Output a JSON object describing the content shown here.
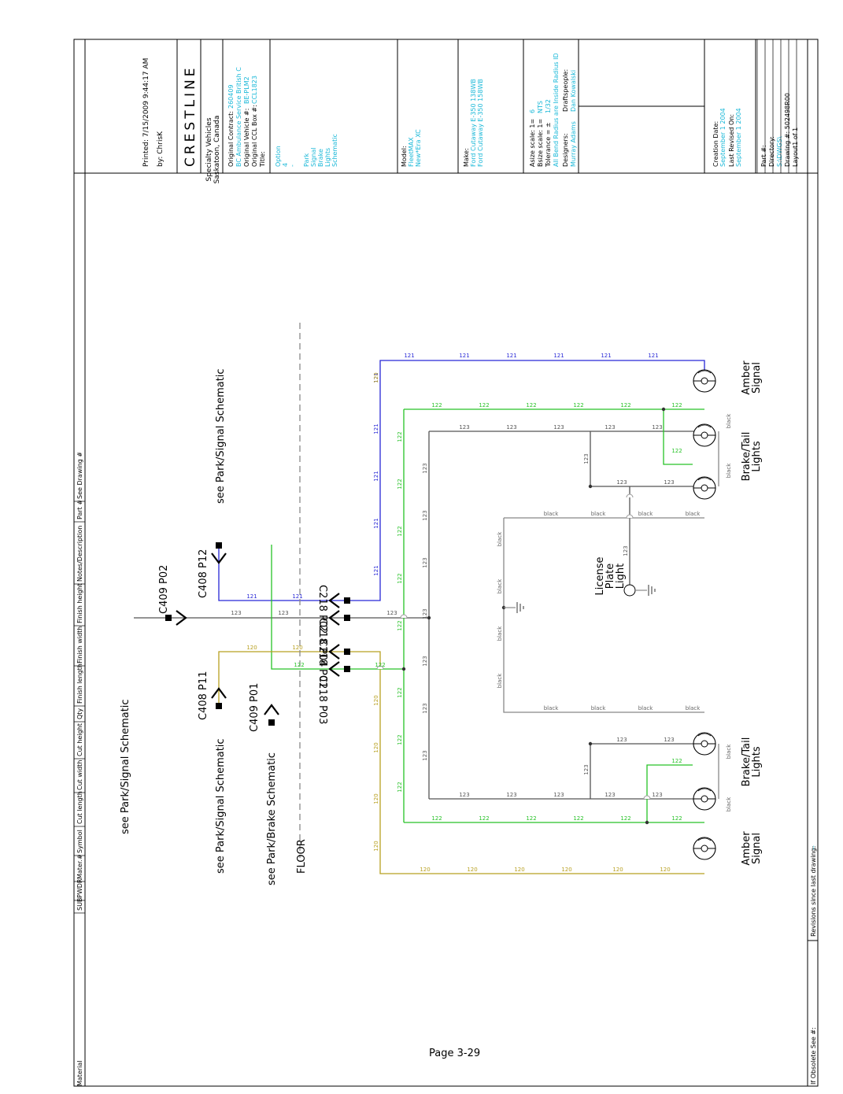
{
  "page_label": "Page 3-29",
  "columns": [
    "SUB",
    "PWDR",
    "Mater.#",
    "Symbol",
    "Cut length",
    "Cut width",
    "Cut height",
    "Qty",
    "Finish length",
    "Finish width",
    "Finish height",
    "Notes/Description",
    "Part #",
    "See Drawing #"
  ],
  "material_label": "Material",
  "obsolete_label": "If Obsolete See #:",
  "revisions_label": "Revisions since last drawing:",
  "revisions_value": "--",
  "title_block": {
    "printed": "Printed: 7/15/2009 9:44:17 AM",
    "by": "by: ChrisK",
    "logo": "CRESTLINE",
    "company_line1": "Specialty Vehicles",
    "company_line2": "Saskatoon, Canada",
    "orig_contract_label": "Original Contract:",
    "orig_contract_value": "260409",
    "orig_contract_note": "BC Ambulance Service British C",
    "orig_vehicle_label": "Original Vehicle #:",
    "orig_vehicle_value": "BE-PLM2",
    "orig_ccl_label": "Original CCL Box #:",
    "orig_ccl_value": "CCL1823",
    "title_label": "Title:",
    "title_lines": [
      "Option",
      "4",
      "-",
      "",
      "Park",
      "Signal",
      "Brake",
      "Lights",
      "Schematic"
    ],
    "model_label": "Model:",
    "model_lines": [
      "FleetMAX",
      "New*Era XC"
    ],
    "make_label": "Make:",
    "make_lines": [
      "Ford Cutaway E-350 138WB",
      "Ford Cutaway E-350 158WB"
    ],
    "asize_label": "Asize scale: 1=",
    "asize_value": "6",
    "bsize_label": "Bsize scale: 1=",
    "bsize_value": "NTS",
    "tolerance_label": "Tolerance = ±",
    "tolerance_value": "1/32",
    "tolerance_note": "All Bend Radius are Inside Radius ID",
    "designers_label": "Designers:",
    "designers_value": "Murray Adams",
    "draftspeople_label": "Draftspeople:",
    "draftspeople_value": "Dan Kowalski",
    "creation_label": "Creation Date:",
    "creation_value": "September 1 2004",
    "revised_label": "Last Revised On:",
    "revised_value": "September 1 2004",
    "part_label": "Part #:",
    "directory_label": "Directory:",
    "directory_value": "S:\\DWGS\\",
    "drawing_label": "Drawing #: 502498R00",
    "layout_label": "Layout1 of 1"
  },
  "labels": {
    "see_ps_top": "see Park/Signal Schematic",
    "c409p02": "C409 P02",
    "c408p12": "C408 P12",
    "see_ps_p12": "see Park/Signal Schematic",
    "c408p11": "C408 P11",
    "see_ps_p11": "see Park/Signal Schematic",
    "c409p01": "C409 P01",
    "see_pb": "see Park/Brake Schematic",
    "floor": "FLOOR",
    "c218p02": "C218 P02",
    "c218p04": "C218 P04",
    "c218p01": "C218 P01",
    "c218p03": "C218 P03",
    "license": [
      "License",
      "Plate",
      "Light"
    ],
    "amber_top": [
      "Amber",
      "Signal"
    ],
    "brake_top": [
      "Brake/Tail",
      "Lights"
    ],
    "brake_bot": [
      "Brake/Tail",
      "Lights"
    ],
    "amber_bot": [
      "Amber",
      "Signal"
    ]
  },
  "wires": {
    "w121": "121",
    "w122": "122",
    "w123": "123",
    "w120": "120",
    "black": "black"
  },
  "colors": {
    "w121": "#2727d6",
    "w122": "#27c227",
    "w123": "#555555",
    "w120": "#b8a020",
    "black": "#888888"
  }
}
